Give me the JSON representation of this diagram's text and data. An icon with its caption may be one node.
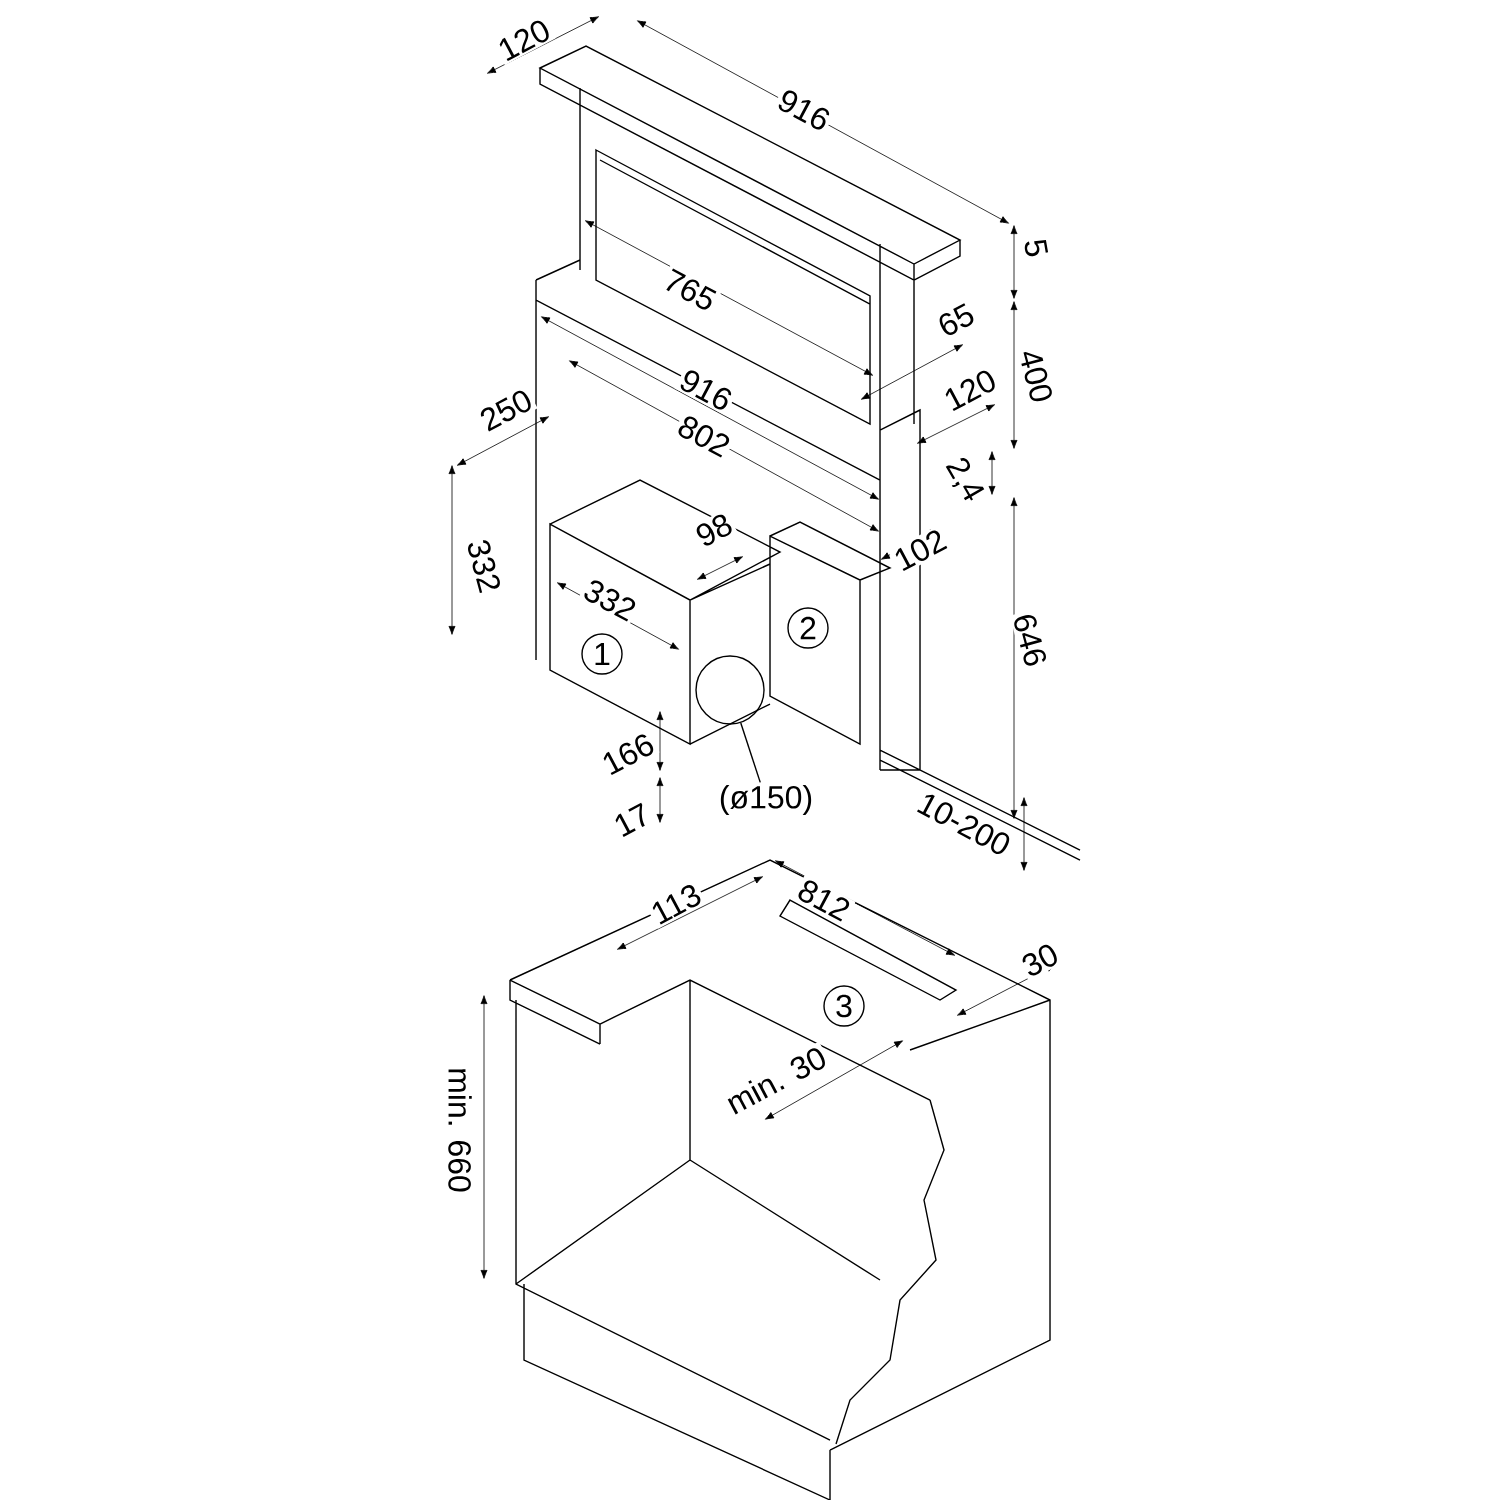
{
  "diagram": {
    "nodes": [
      {
        "text": [
          "(ø150)"
        ]
      },
      {
        "text": [],
        "shape": "circle"
      }
    ],
    "edges": [
      {
        "from": 0,
        "to": 1,
        "arrow": "none"
      }
    ],
    "labels": [
      "120",
      "916",
      "5",
      "765",
      "65",
      "400",
      "916",
      "120",
      "250",
      "802",
      "2,4",
      "332",
      "98",
      "102",
      "332",
      "1",
      "2",
      "646",
      "166",
      "17",
      "10-200",
      "812",
      "113",
      "30",
      "min. 30",
      "3",
      "min. 660"
    ]
  }
}
